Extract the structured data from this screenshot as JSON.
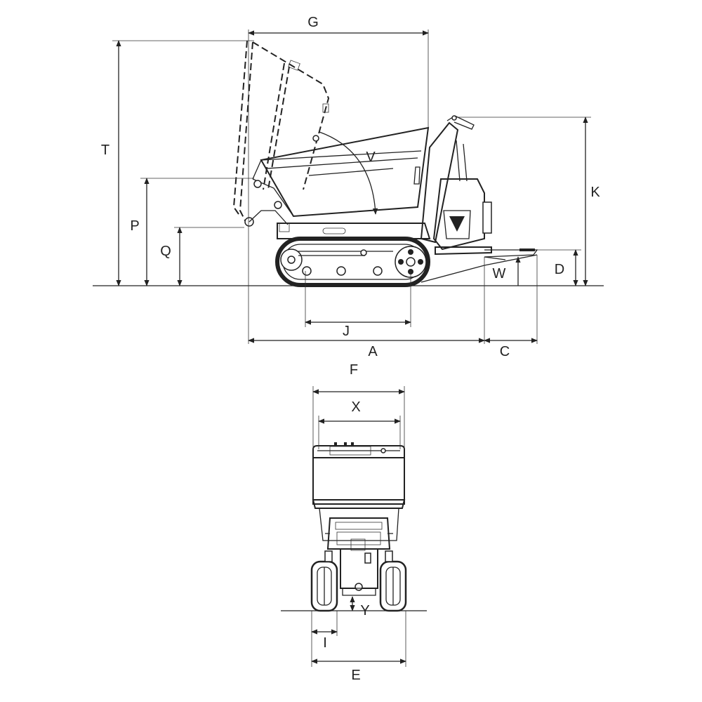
{
  "labels": {
    "G": "G",
    "T": "T",
    "V": "V",
    "K": "K",
    "P": "P",
    "Q": "Q",
    "W": "W",
    "D": "D",
    "J": "J",
    "A": "A",
    "C": "C",
    "F": "F",
    "X": "X",
    "Y": "Y",
    "I": "I",
    "E": "E"
  },
  "colors": {
    "line": "#222222",
    "background": "#ffffff"
  }
}
